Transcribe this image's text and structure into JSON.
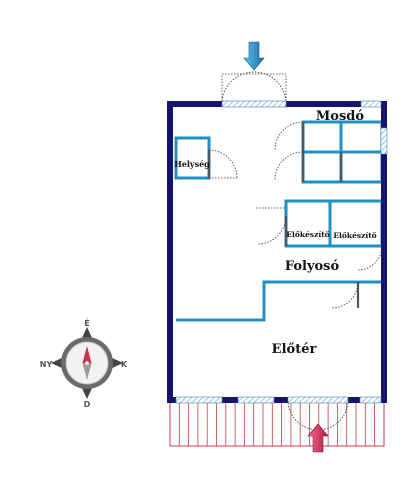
{
  "rooms": {
    "mosdo": "Mosdó",
    "helyseg": "Helység",
    "elokeszito1": "Előkészítő",
    "elokeszito2": "Előkészítő",
    "folyoso": "Folyosó",
    "eloter": "Előtér"
  },
  "compass": {
    "north": "É",
    "south": "D",
    "east": "K",
    "west": "NY"
  },
  "colors": {
    "outer_wall": "#14146e",
    "inner_wall": "#1f8fc4",
    "window": "#7ab8dc",
    "terrace": "#c0404a",
    "entry_arrow": "#d8325e",
    "exit_arrow": "#1f8fc4",
    "compass_needle_north": "#c8324f"
  },
  "icons": {
    "entry": "arrow-up-icon",
    "exit": "arrow-down-icon",
    "compass": "compass-icon"
  }
}
